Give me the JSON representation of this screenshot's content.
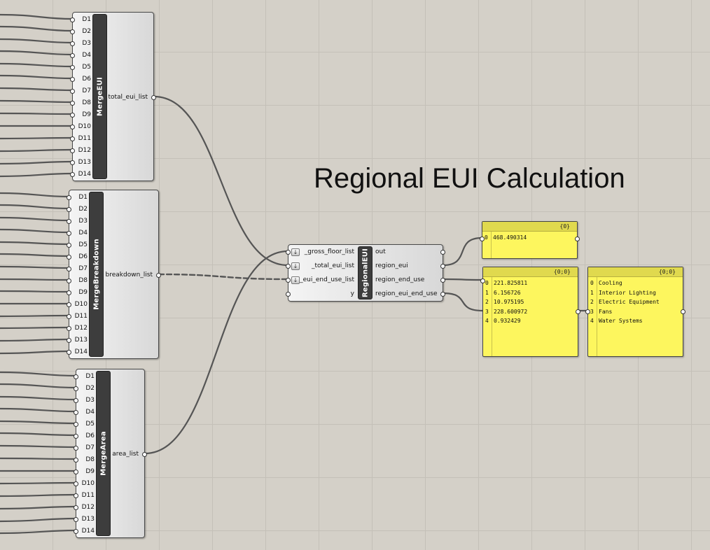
{
  "title": "Regional EUI Calculation",
  "merge_eui": {
    "name": "MergeEUI",
    "inputs": [
      "D1",
      "D2",
      "D3",
      "D4",
      "D5",
      "D6",
      "D7",
      "D8",
      "D9",
      "D10",
      "D11",
      "D12",
      "D13",
      "D14"
    ],
    "output": "total_eui_list"
  },
  "merge_breakdown": {
    "name": "MergeBreakdown",
    "inputs": [
      "D1",
      "D2",
      "D3",
      "D4",
      "D5",
      "D6",
      "D7",
      "D8",
      "D9",
      "D10",
      "D11",
      "D12",
      "D13",
      "D14"
    ],
    "output": "breakdown_list"
  },
  "merge_area": {
    "name": "MergeArea",
    "inputs": [
      "D1",
      "D2",
      "D3",
      "D4",
      "D5",
      "D6",
      "D7",
      "D8",
      "D9",
      "D10",
      "D11",
      "D12",
      "D13",
      "D14"
    ],
    "output": "area_list"
  },
  "regional_eui": {
    "name": "RegionalEUI",
    "inputs": [
      "_gross_floor_list",
      "_total_eui_list",
      "_eui_end_use_list",
      "y"
    ],
    "outputs": [
      "out",
      "region_eui",
      "region_end_use",
      "region_eui_end_use"
    ]
  },
  "panel_out": {
    "path": "{0}",
    "items": [
      {
        "index": "0",
        "value": "468.490314"
      }
    ]
  },
  "panel_eui": {
    "path": "{0;0}",
    "items": [
      {
        "index": "0",
        "value": "221.825811"
      },
      {
        "index": "1",
        "value": "6.156726"
      },
      {
        "index": "2",
        "value": "10.975195"
      },
      {
        "index": "3",
        "value": "228.600972"
      },
      {
        "index": "4",
        "value": "0.932429"
      }
    ]
  },
  "panel_enduse": {
    "path": "{0;0}",
    "items": [
      {
        "index": "0",
        "value": "Cooling"
      },
      {
        "index": "1",
        "value": "Interior Lighting"
      },
      {
        "index": "2",
        "value": "Electric Equipment"
      },
      {
        "index": "3",
        "value": "Fans"
      },
      {
        "index": "4",
        "value": "Water Systems"
      }
    ]
  },
  "colors": {
    "canvas": "#d4d0c8",
    "panel": "#fdf65e",
    "component_bar": "#3d3d3d",
    "wire": "#555555"
  },
  "icons": {
    "flatten_input": "flatten-arrow-icon"
  }
}
